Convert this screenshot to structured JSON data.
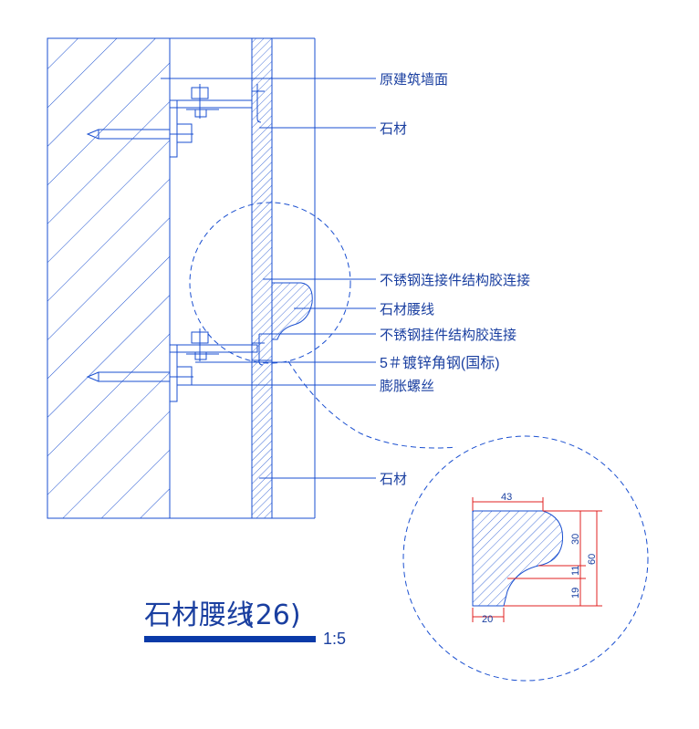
{
  "labels": {
    "original_wall": "原建筑墙面",
    "stone_top": "石材",
    "ss_connector_glue": "不锈钢连接件结构胶连接",
    "stone_waistline": "石材腰线",
    "ss_hanger_glue": "不锈钢挂件结构胶连接",
    "galv_angle": "5＃镀锌角钢(国标)",
    "expansion_bolt": "膨胀螺丝",
    "stone_bottom": "石材"
  },
  "title": {
    "name": "石材腰线",
    "number": "(26)",
    "scale": "1:5"
  },
  "dimensions": {
    "width_top": "43",
    "width_bottom": "20",
    "h_30": "30",
    "h_11": "11",
    "h_19": "19",
    "h_60": "60"
  },
  "colors": {
    "line": "#1a4fd0",
    "dimension": "#e02020",
    "title_bar": "#0a3aa8"
  }
}
